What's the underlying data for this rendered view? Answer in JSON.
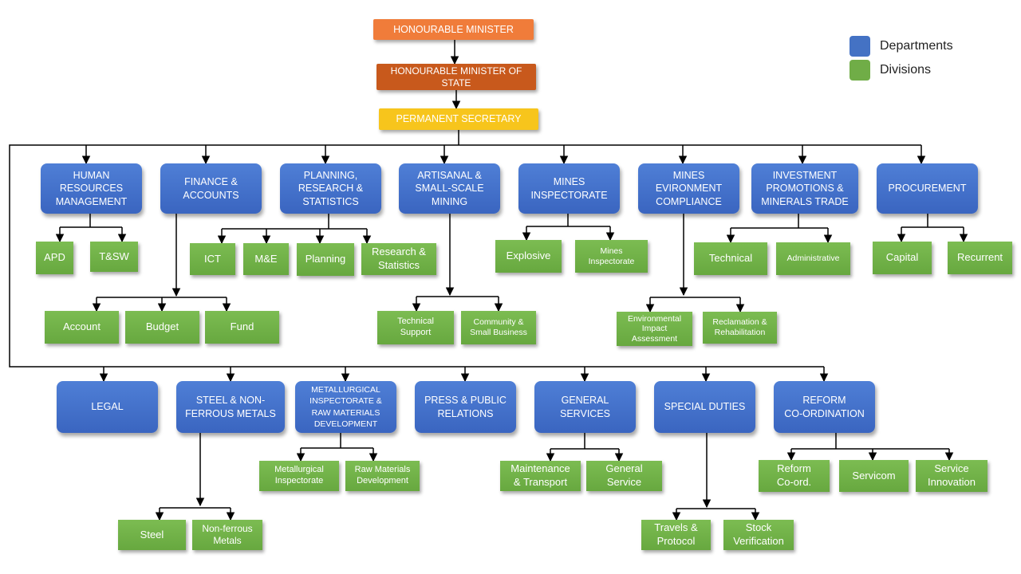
{
  "header": {
    "minister": "HONOURABLE MINISTER",
    "minister_of_state": "HONOURABLE MINISTER OF\nSTATE",
    "permanent_secretary": "PERMANENT SECRETARY"
  },
  "legend": {
    "departments": "Departments",
    "divisions": "Divisions"
  },
  "colors": {
    "minister": "#f07c3a",
    "minister_of_state": "#c8591c",
    "permanent_secretary": "#f7c51c",
    "departments": "#4472c4",
    "divisions": "#70ad47"
  },
  "departments_row1": [
    {
      "label": "HUMAN\nRESOURCES\nMANAGEMENT",
      "divisions": [
        "APD",
        "T&SW"
      ]
    },
    {
      "label": "FINANCE &\nACCOUNTS",
      "divisions": [
        "Account",
        "Budget",
        "Fund"
      ]
    },
    {
      "label": "PLANNING,\nRESEARCH &\nSTATISTICS",
      "divisions": [
        "ICT",
        "M&E",
        "Planning",
        "Research &\nStatistics"
      ]
    },
    {
      "label": "ARTISANAL &\nSMALL-SCALE\nMINING",
      "divisions": [
        "Technical\nSupport",
        "Community &\nSmall Business"
      ]
    },
    {
      "label": "MINES\nINSPECTORATE",
      "divisions": [
        "Explosive",
        "Mines\nInspectorate"
      ]
    },
    {
      "label": "MINES\nEVIRONMENT\nCOMPLIANCE",
      "divisions": [
        "Environmental\nImpact\nAssessment",
        "Reclamation &\nRehabilitation"
      ]
    },
    {
      "label": "INVESTMENT\nPROMOTIONS &\nMINERALS TRADE",
      "divisions": [
        "Technical",
        "Administrative"
      ]
    },
    {
      "label": "PROCUREMENT",
      "divisions": [
        "Capital",
        "Recurrent"
      ]
    }
  ],
  "departments_row2": [
    {
      "label": "LEGAL",
      "divisions": []
    },
    {
      "label": "STEEL & NON-\nFERROUS METALS",
      "divisions": [
        "Steel",
        "Non-ferrous\nMetals"
      ]
    },
    {
      "label": "METALLURGICAL\nINSPECTORATE &\nRAW MATERIALS\nDEVELOPMENT",
      "divisions": [
        "Metallurgical\nInspectorate",
        "Raw Materials\nDevelopment"
      ]
    },
    {
      "label": "PRESS & PUBLIC\nRELATIONS",
      "divisions": []
    },
    {
      "label": "GENERAL\nSERVICES",
      "divisions": [
        "Maintenance\n& Transport",
        "General\nService"
      ]
    },
    {
      "label": "SPECIAL DUTIES",
      "divisions": [
        "Travels &\nProtocol",
        "Stock\nVerification"
      ]
    },
    {
      "label": "REFORM\nCO-ORDINATION",
      "divisions": [
        "Reform\nCo-ord.",
        "Servicom",
        "Service\nInnovation"
      ]
    }
  ]
}
